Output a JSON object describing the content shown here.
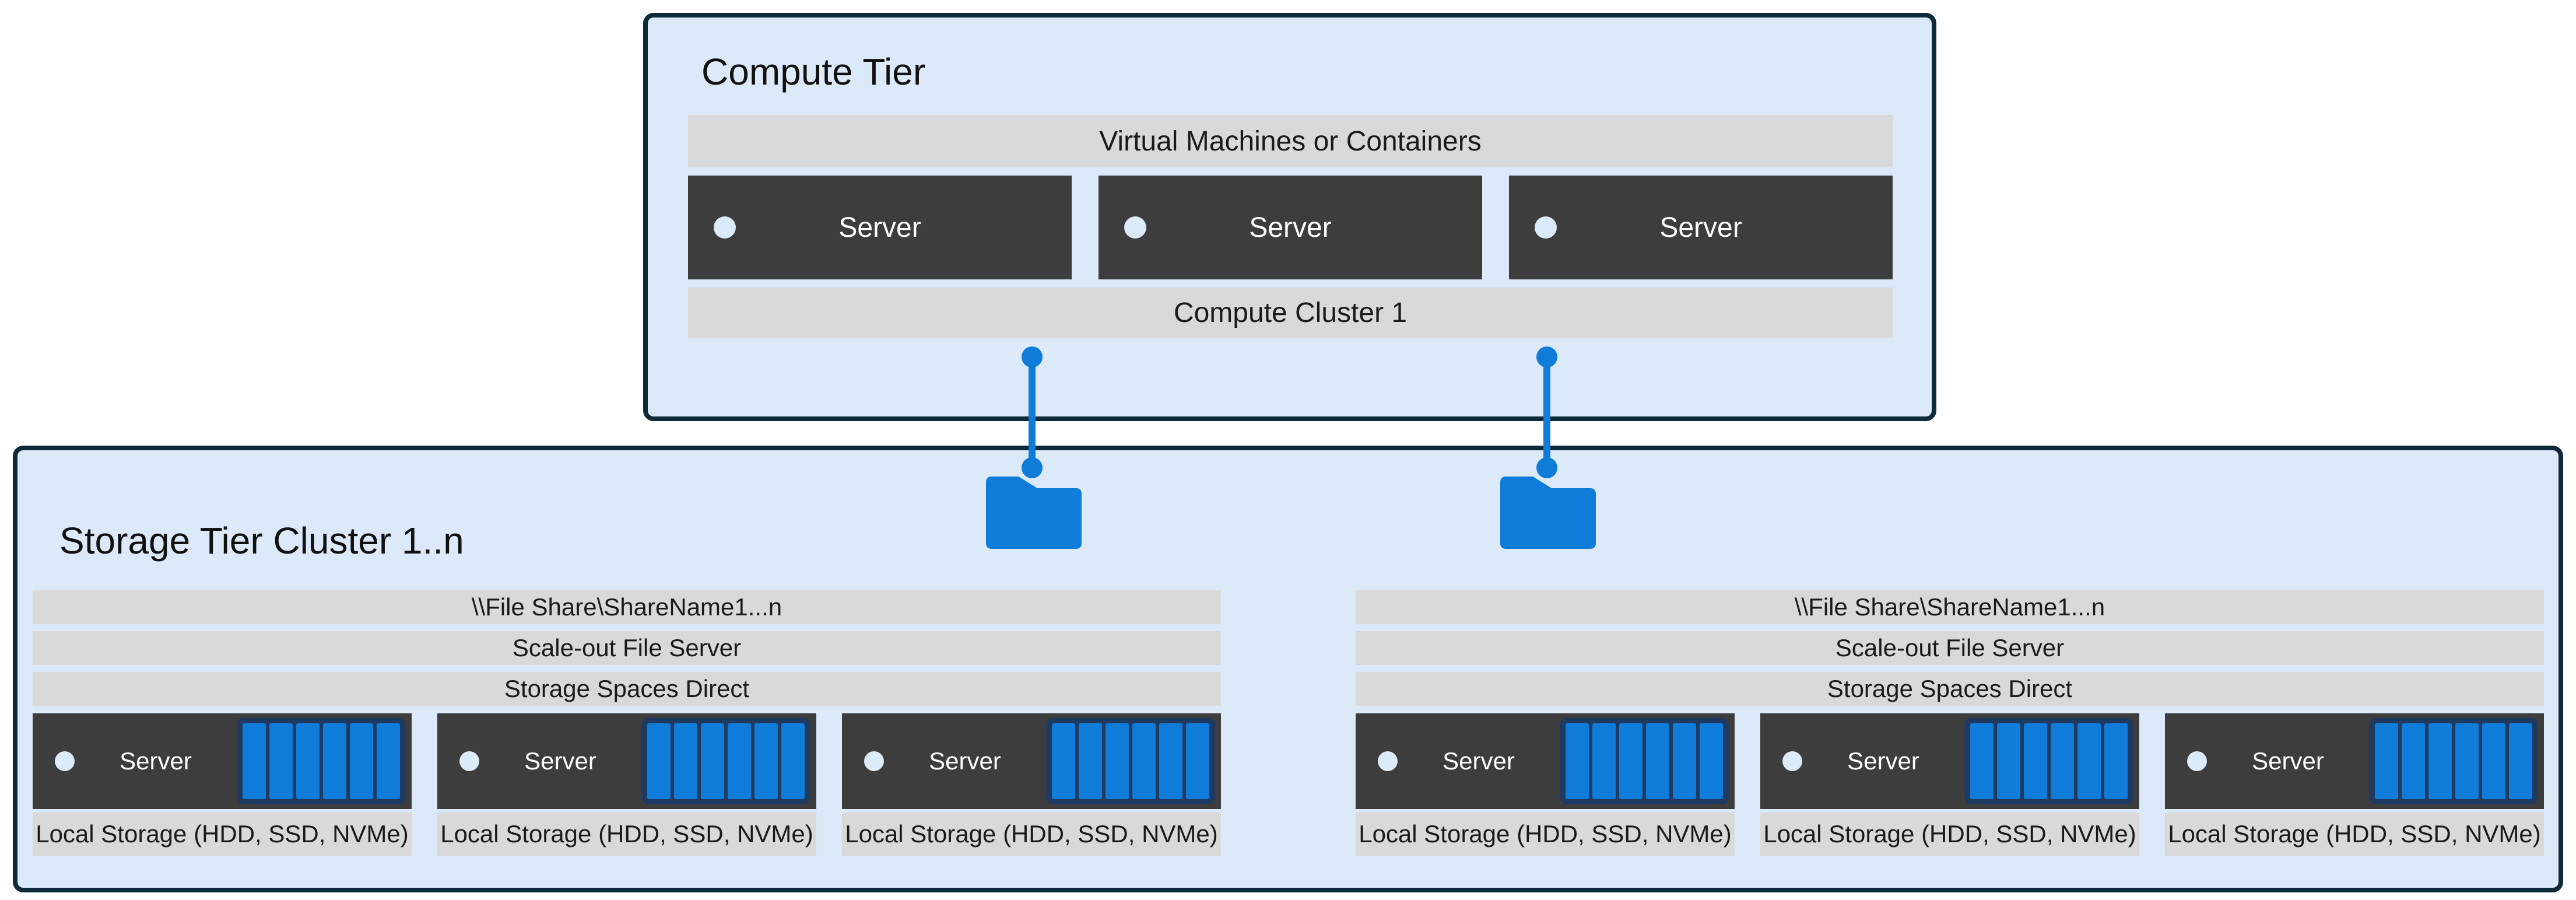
{
  "colors": {
    "panel_fill": "#dbe9f8",
    "panel_border": "#0d2a3a",
    "bar_gray": "#d9d9d9",
    "server_dark": "#3d3d3d",
    "accent_blue": "#0e7cd8",
    "disk_frame_navy": "#1f3a60",
    "server_dot_light": "#dcebfa",
    "text_dark": "#1a1a1a",
    "text_light": "#ffffff"
  },
  "icons": {
    "folder": "folder-icon",
    "connector_dot": "connector-dot",
    "server_dot": "server-dot-icon",
    "disk_array": "disk-array-icon"
  },
  "compute": {
    "title": "Compute Tier",
    "vm_bar_label": "Virtual Machines or Containers",
    "cluster_bar_label": "Compute Cluster 1",
    "servers": [
      {
        "label": "Server"
      },
      {
        "label": "Server"
      },
      {
        "label": "Server"
      }
    ]
  },
  "storage": {
    "title": "Storage Tier Cluster 1..n",
    "clusters": [
      {
        "file_share_bar": "\\\\File Share\\ShareName1...n",
        "scale_out_bar": "Scale-out File Server",
        "s2d_bar": "Storage Spaces Direct",
        "servers": [
          {
            "label": "Server"
          },
          {
            "label": "Server"
          },
          {
            "label": "Server"
          }
        ],
        "local_storage_bars": [
          "Local Storage (HDD, SSD, NVMe)",
          "Local Storage (HDD, SSD, NVMe)",
          "Local Storage (HDD, SSD, NVMe)"
        ]
      },
      {
        "file_share_bar": "\\\\File Share\\ShareName1...n",
        "scale_out_bar": "Scale-out File Server",
        "s2d_bar": "Storage Spaces Direct",
        "servers": [
          {
            "label": "Server"
          },
          {
            "label": "Server"
          },
          {
            "label": "Server"
          }
        ],
        "local_storage_bars": [
          "Local Storage (HDD, SSD, NVMe)",
          "Local Storage (HDD, SSD, NVMe)",
          "Local Storage (HDD, SSD, NVMe)"
        ]
      }
    ]
  }
}
